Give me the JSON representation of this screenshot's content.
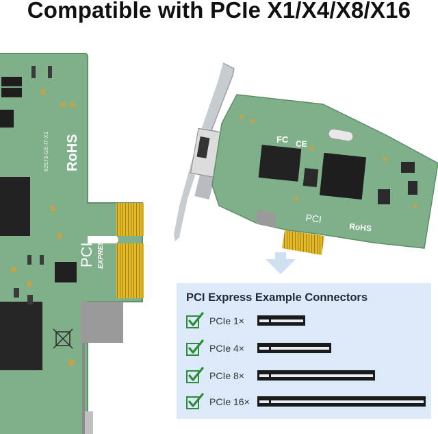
{
  "title": "Compatible with PCIe X1/X4/X8/X16",
  "board": {
    "model_text": "82573-GE-IT-X1",
    "rohs": "RoHS",
    "pci_brand": "PCI",
    "express_brand": "EXPRESS",
    "fcc_mark": "FC",
    "ce_mark": "CE",
    "pcb_color": "#7fb08a",
    "bracket_color": "#c7ccd1"
  },
  "panel": {
    "title": "PCI Express Example Connectors",
    "background": "#dbe9f8",
    "check_color": "#2e8b3a",
    "connectors": [
      {
        "label": "PCIe 1×"
      },
      {
        "label": "PCIe 4×"
      },
      {
        "label": "PCIe 8×"
      },
      {
        "label": "PCIe 16×"
      }
    ]
  }
}
